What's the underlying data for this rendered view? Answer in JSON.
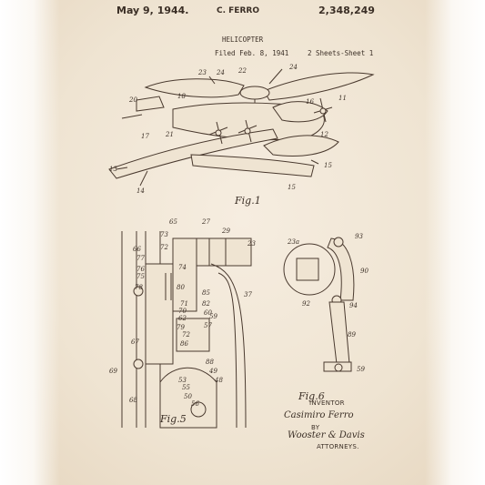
{
  "header": {
    "date": "May 9, 1944.",
    "inventor_name": "C. FERRO",
    "patent_number": "2,348,249",
    "title": "HELICOPTER",
    "filed": "Filed Feb. 8, 1941",
    "sheets": "2 Sheets-Sheet 1"
  },
  "figures": {
    "fig1": "Fig.1",
    "fig5": "Fig.5",
    "fig6": "Fig.6"
  },
  "signature": {
    "inventor_label": "INVENTOR",
    "inventor_signature": "Casimiro Ferro",
    "by_label": "BY",
    "attorney_signature": "Wooster & Davis",
    "attorneys_label": "ATTORNEYS."
  },
  "reference_numbers": {
    "fig1": [
      "23",
      "24",
      "22",
      "24",
      "18",
      "20",
      "17",
      "11",
      "16",
      "12",
      "13",
      "14",
      "15",
      "15",
      "21"
    ],
    "fig5": [
      "65",
      "27",
      "29",
      "23",
      "73",
      "66",
      "72",
      "77",
      "76",
      "75",
      "74",
      "80",
      "71",
      "70",
      "62",
      "79",
      "85",
      "67",
      "69",
      "68",
      "78",
      "82",
      "37",
      "60",
      "59",
      "57",
      "86",
      "72",
      "88",
      "49",
      "48",
      "55",
      "56",
      "50",
      "53"
    ],
    "fig6": [
      "93",
      "23a",
      "90",
      "92",
      "94",
      "89",
      "59"
    ]
  }
}
